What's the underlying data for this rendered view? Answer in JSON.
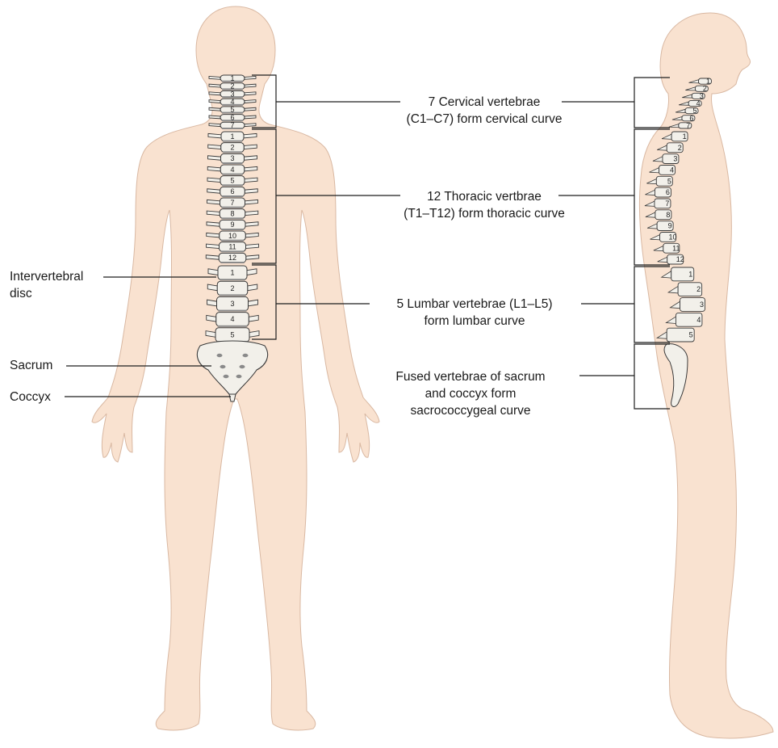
{
  "colors": {
    "skin": "#f9e2d0",
    "skin_outline": "#d9b8a2",
    "bone": "#f2f0ea",
    "bone_outline": "#3a3a3a",
    "bone_shade": "#8a8a8a",
    "leader": "#1f1f1f"
  },
  "labels": {
    "cervical": [
      "7 Cervical vertebrae",
      "(C1–C7) form cervical curve"
    ],
    "thoracic": [
      "12 Thoracic vertbrae",
      "(T1–T12) form thoracic curve"
    ],
    "lumbar": [
      "5 Lumbar vertebrae (L1–L5)",
      "form lumbar curve"
    ],
    "sacral": [
      "Fused vertebrae of sacrum",
      "and coccyx form",
      "sacrococcygeal curve"
    ],
    "intervertebral": [
      "Intervertebral",
      "disc"
    ],
    "sacrum": "Sacrum",
    "coccyx": "Coccyx"
  },
  "vertebra_numbers": {
    "cervical": [
      "1",
      "2",
      "3",
      "4",
      "5",
      "6",
      "7"
    ],
    "thoracic": [
      "1",
      "2",
      "3",
      "4",
      "5",
      "6",
      "7",
      "8",
      "9",
      "10",
      "11",
      "12"
    ],
    "lumbar": [
      "1",
      "2",
      "3",
      "4",
      "5"
    ]
  }
}
